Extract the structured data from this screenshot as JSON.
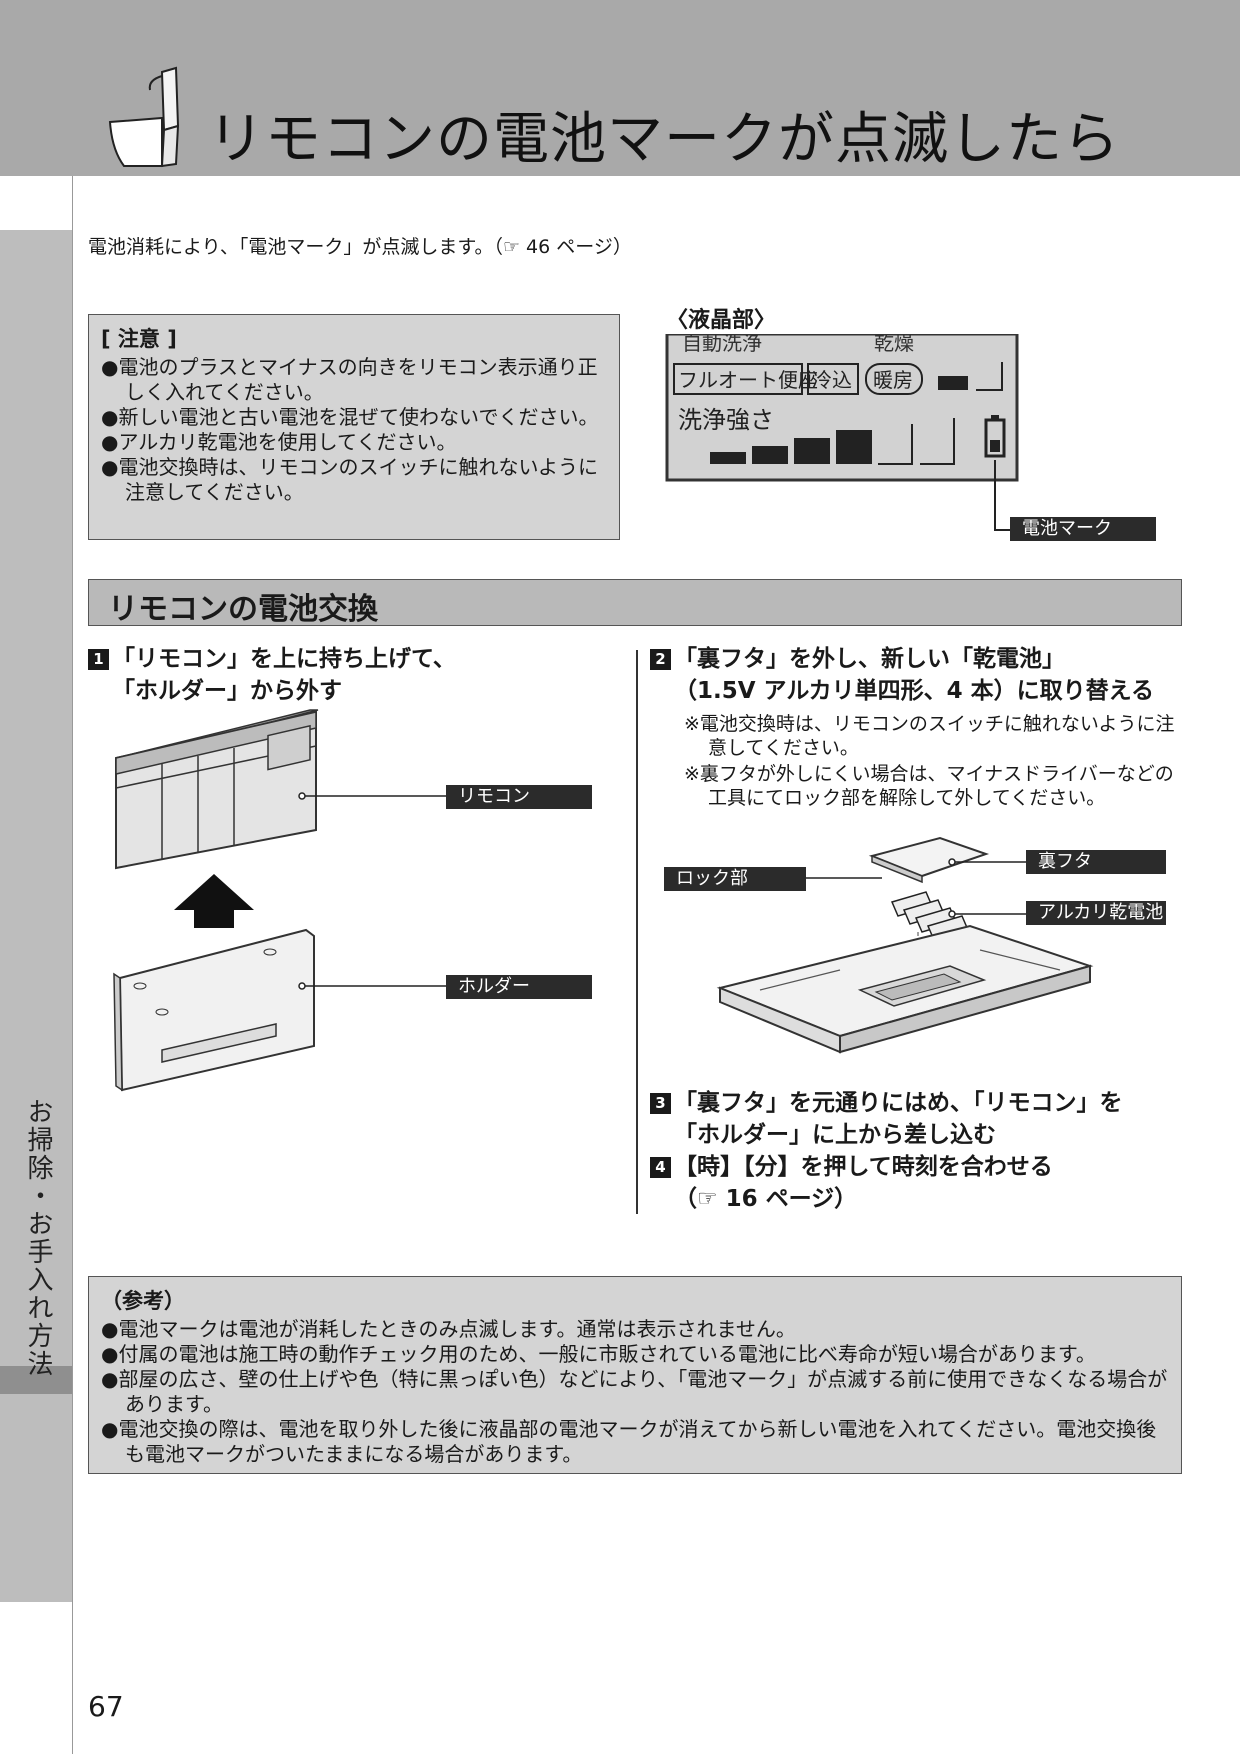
{
  "header": {
    "title": "リモコンの電池マークが点滅したら"
  },
  "sidebar": {
    "section_label": "お掃除・お手入れ方法"
  },
  "intro": "電池消耗により、「電池マーク」が点滅します。（☞ 46 ページ）",
  "caution": {
    "title": "[ 注意 ]",
    "items": [
      "●電池のプラスとマイナスの向きをリモコン表示通り正しく入れてください。",
      "●新しい電池と古い電池を混ぜて使わないでください。",
      "●アルカリ乾電池を使用してください。",
      "●電池交換時は、リモコンのスイッチに触れないように注意してください。"
    ]
  },
  "lcd": {
    "label": "〈液晶部〉",
    "row1_left": "自動洗浄",
    "row1_right": "乾燥",
    "row2_a": "フルオート便座",
    "row2_b": "冷込",
    "row2_c": "暖房",
    "row3": "洗浄強さ",
    "battery_label": "電池マーク"
  },
  "section": {
    "title": "リモコンの電池交換"
  },
  "steps": {
    "s1_num": "1",
    "s1_line1": "「リモコン」を上に持ち上げて、",
    "s1_line2": "「ホルダー」から外す",
    "s2_num": "2",
    "s2_line1": "「裏フタ」を外し、新しい「乾電池」",
    "s2_line2": "（1.5V アルカリ単四形、4 本）に取り替える",
    "s2_note1": "※電池交換時は、リモコンのスイッチに触れないように注意してください。",
    "s2_note2": "※裏フタが外しにくい場合は、マイナスドライバーなどの工具にてロック部を解除して外してください。",
    "s3_num": "3",
    "s3_line1": "「裏フタ」を元通りにはめ、「リモコン」を",
    "s3_line2": "「ホルダー」に上から差し込む",
    "s4_num": "4",
    "s4_line1": "【時】【分】を押して時刻を合わせる",
    "s4_line2": "（☞ 16 ページ）"
  },
  "labels": {
    "remote": "リモコン",
    "holder": "ホルダー",
    "lock": "ロック部",
    "back_cover": "裏フタ",
    "battery": "アルカリ乾電池"
  },
  "reference": {
    "title": "（参考）",
    "items": [
      "●電池マークは電池が消耗したときのみ点滅します。通常は表示されません。",
      "●付属の電池は施工時の動作チェック用のため、一般に市販されている電池に比べ寿命が短い場合があります。",
      "●部屋の広さ、壁の仕上げや色（特に黒っぽい色）などにより、「電池マーク」が点滅する前に使用できなくなる場合があります。",
      "●電池交換の際は、電池を取り外した後に液晶部の電池マークが消えてから新しい電池を入れてください。電池交換後も電池マークがついたままになる場合があります。"
    ]
  },
  "page_number": "67"
}
